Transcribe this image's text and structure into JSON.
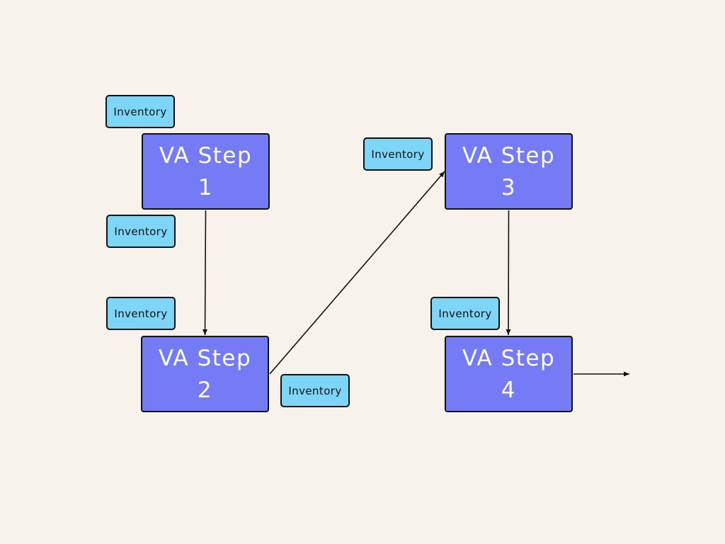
{
  "colors": {
    "background": "#f7f3ec",
    "step_fill": "#757bf4",
    "inventory_fill": "#7dd5f7",
    "outline": "#111111",
    "step_text": "#ffffff"
  },
  "steps": [
    {
      "line1": "VA Step",
      "line2": "1"
    },
    {
      "line1": "VA Step",
      "line2": "2"
    },
    {
      "line1": "VA Step",
      "line2": "3"
    },
    {
      "line1": "VA Step",
      "line2": "4"
    }
  ],
  "inventory_label": "Inventory",
  "connectors": [
    {
      "from": "step-1",
      "to": "step-2"
    },
    {
      "from": "step-2",
      "to": "step-3"
    },
    {
      "from": "step-3",
      "to": "step-4"
    },
    {
      "from": "step-4",
      "to": "outflow"
    }
  ]
}
